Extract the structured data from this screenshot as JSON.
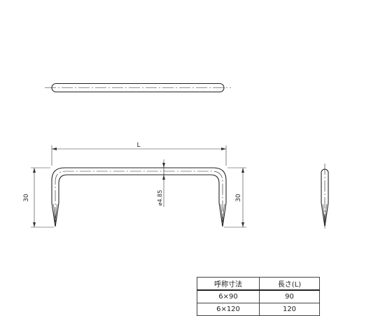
{
  "dimensions": {
    "length_label": "L",
    "height_label_left": "30",
    "height_label_right": "30",
    "diameter_label": "⌀4.85"
  },
  "table": {
    "headers": [
      "呼称寸法",
      "長さ(L)"
    ],
    "rows": [
      [
        "6×90",
        "90"
      ],
      [
        "6×120",
        "120"
      ]
    ]
  }
}
